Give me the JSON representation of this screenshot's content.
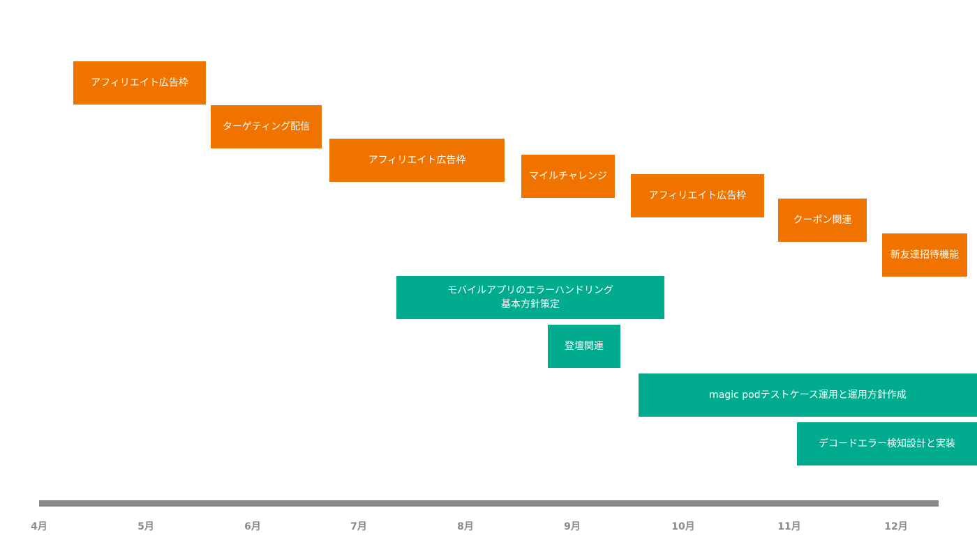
{
  "colors": {
    "orange": "#f07300",
    "green": "#00ab8e",
    "timeline": "#8a8a8a"
  },
  "tasks": [
    {
      "label": "アフィリエイト広告枠",
      "color": "orange"
    },
    {
      "label": "ターゲティング配信",
      "color": "orange"
    },
    {
      "label": "アフィリエイト広告枠",
      "color": "orange"
    },
    {
      "label": "マイルチャレンジ",
      "color": "orange"
    },
    {
      "label": "アフィリエイト広告枠",
      "color": "orange"
    },
    {
      "label": "クーポン関連",
      "color": "orange"
    },
    {
      "label": "新友達招待機能",
      "color": "orange"
    },
    {
      "label": "モバイルアプリのエラーハンドリング\n基本方針策定",
      "color": "green"
    },
    {
      "label": "登壇関連",
      "color": "green"
    },
    {
      "label": "magic podテストケース運用と運用方針作成",
      "color": "green"
    },
    {
      "label": "デコードエラー検知設計と実装",
      "color": "green"
    }
  ],
  "months": [
    "4月",
    "5月",
    "6月",
    "7月",
    "8月",
    "9月",
    "10月",
    "11月",
    "12月"
  ]
}
